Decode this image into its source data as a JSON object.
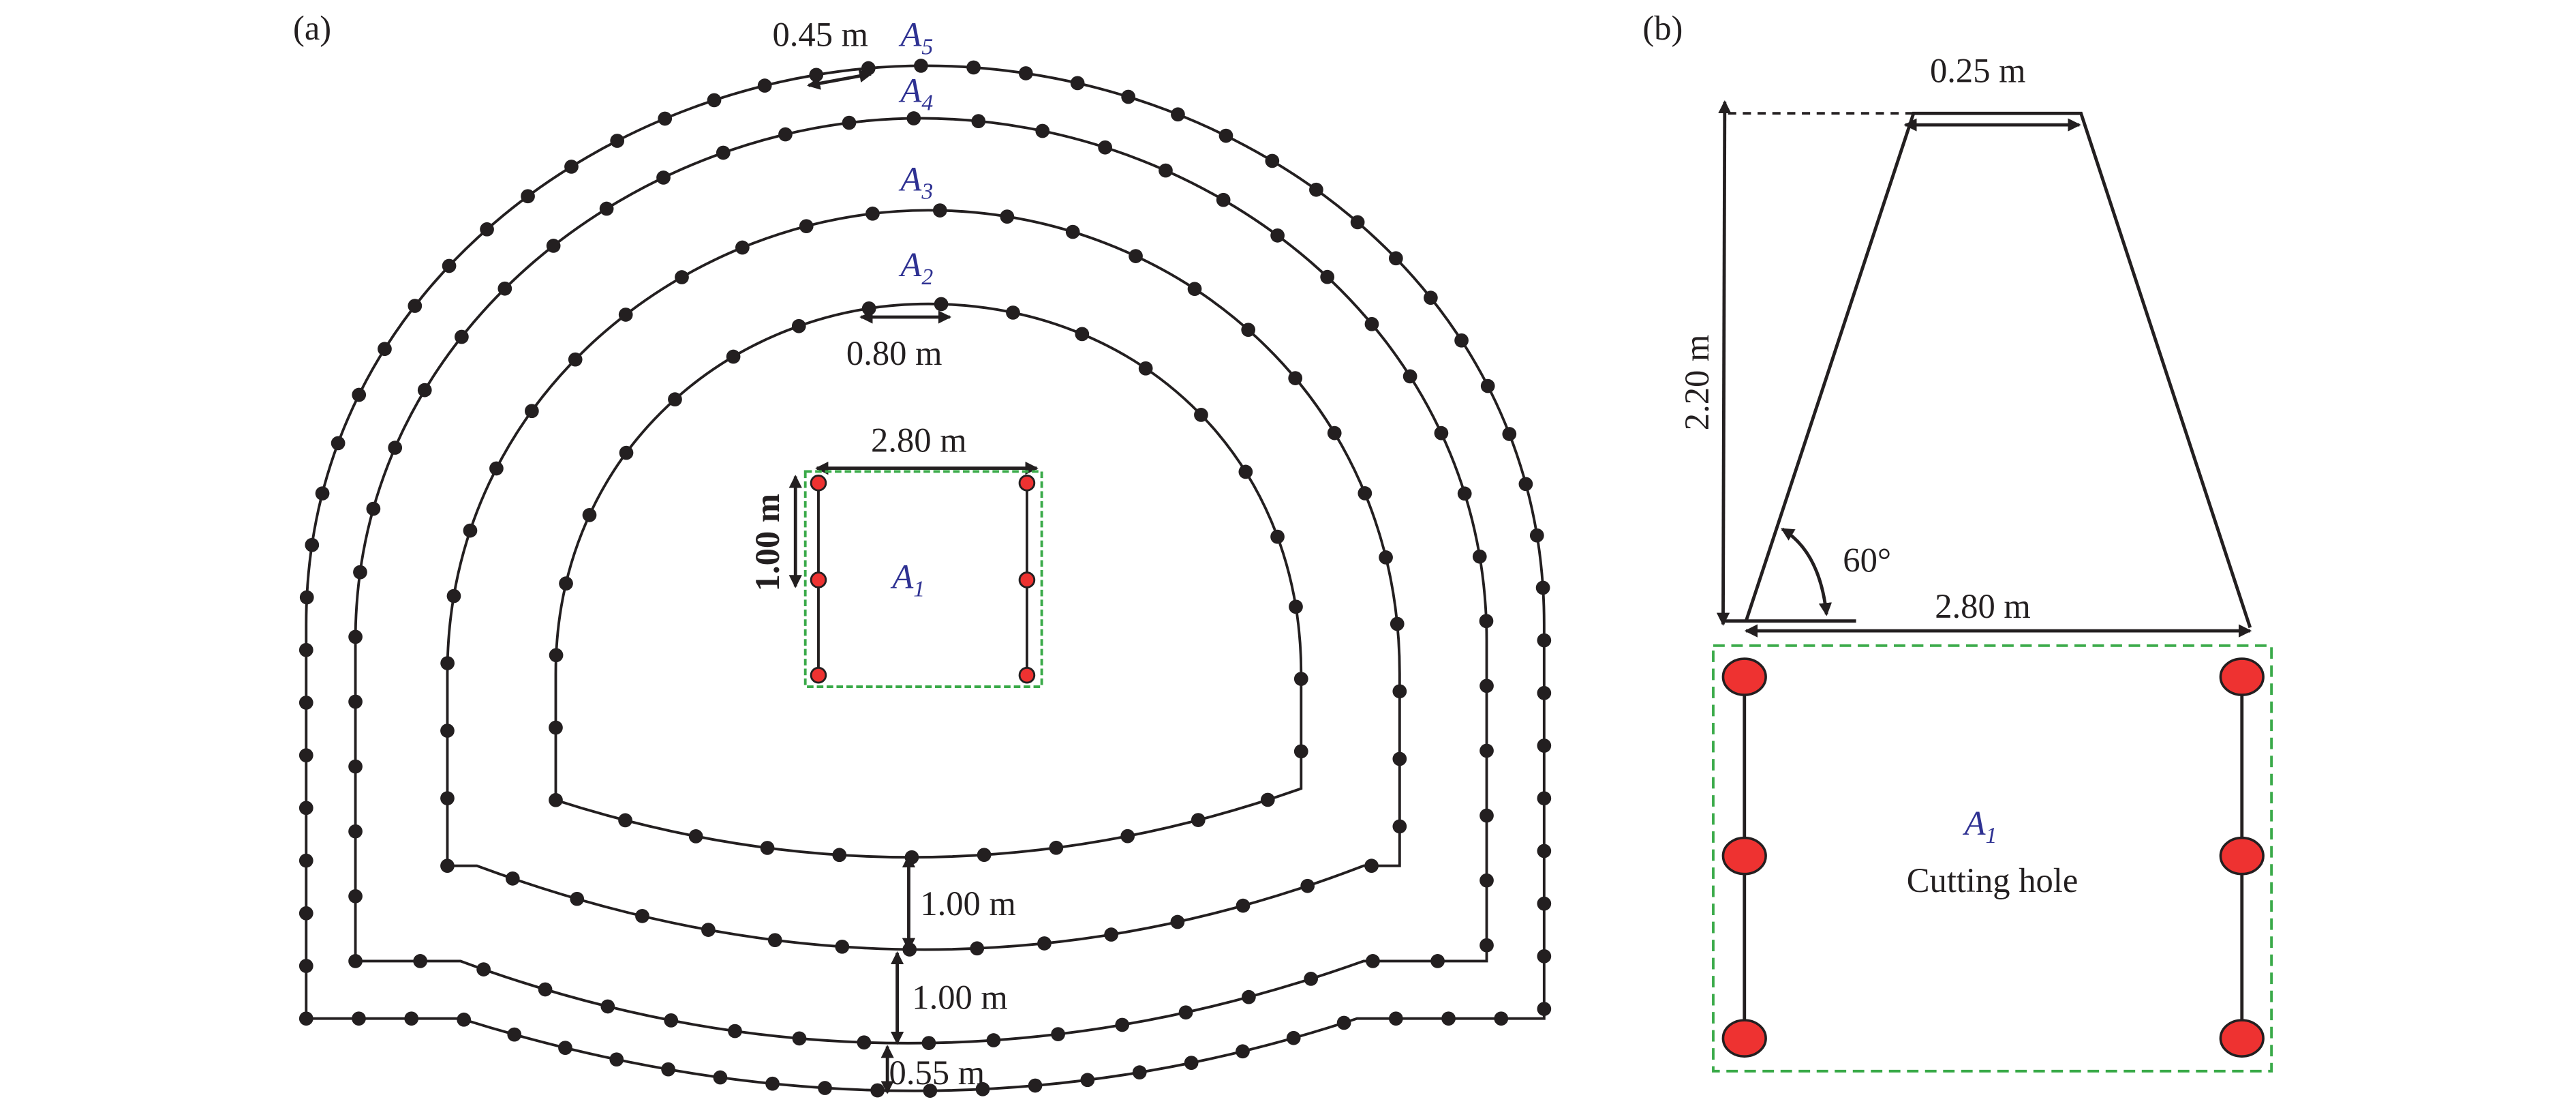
{
  "panel_a": {
    "label": "(a)",
    "rings": [
      {
        "name": "A",
        "sub": "2",
        "hole_count": 30
      },
      {
        "name": "A",
        "sub": "3",
        "hole_count": 42
      },
      {
        "name": "A",
        "sub": "4",
        "hole_count": 54
      },
      {
        "name": "A",
        "sub": "5",
        "hole_count": 74
      }
    ],
    "cut": {
      "name": "A",
      "sub": "1"
    },
    "dims": {
      "ring_spacing_top": "0.45 m",
      "hole_spacing": "0.80 m",
      "cut_width": "2.80 m",
      "cut_hole_spacing": "1.00 m",
      "bottom_1": "1.00 m",
      "bottom_2": "1.00 m",
      "bottom_3": "0.55 m"
    }
  },
  "panel_b": {
    "label": "(b)",
    "top_width": "0.25 m",
    "height": "2.20 m",
    "angle": "60°",
    "bottom_width": "2.80 m",
    "cut": {
      "name": "A",
      "sub": "1",
      "caption": "Cutting hole"
    }
  },
  "colors": {
    "line": "#231f20",
    "hole": "#ee3231",
    "box": "#3aaa49",
    "label": "#2e3192"
  }
}
